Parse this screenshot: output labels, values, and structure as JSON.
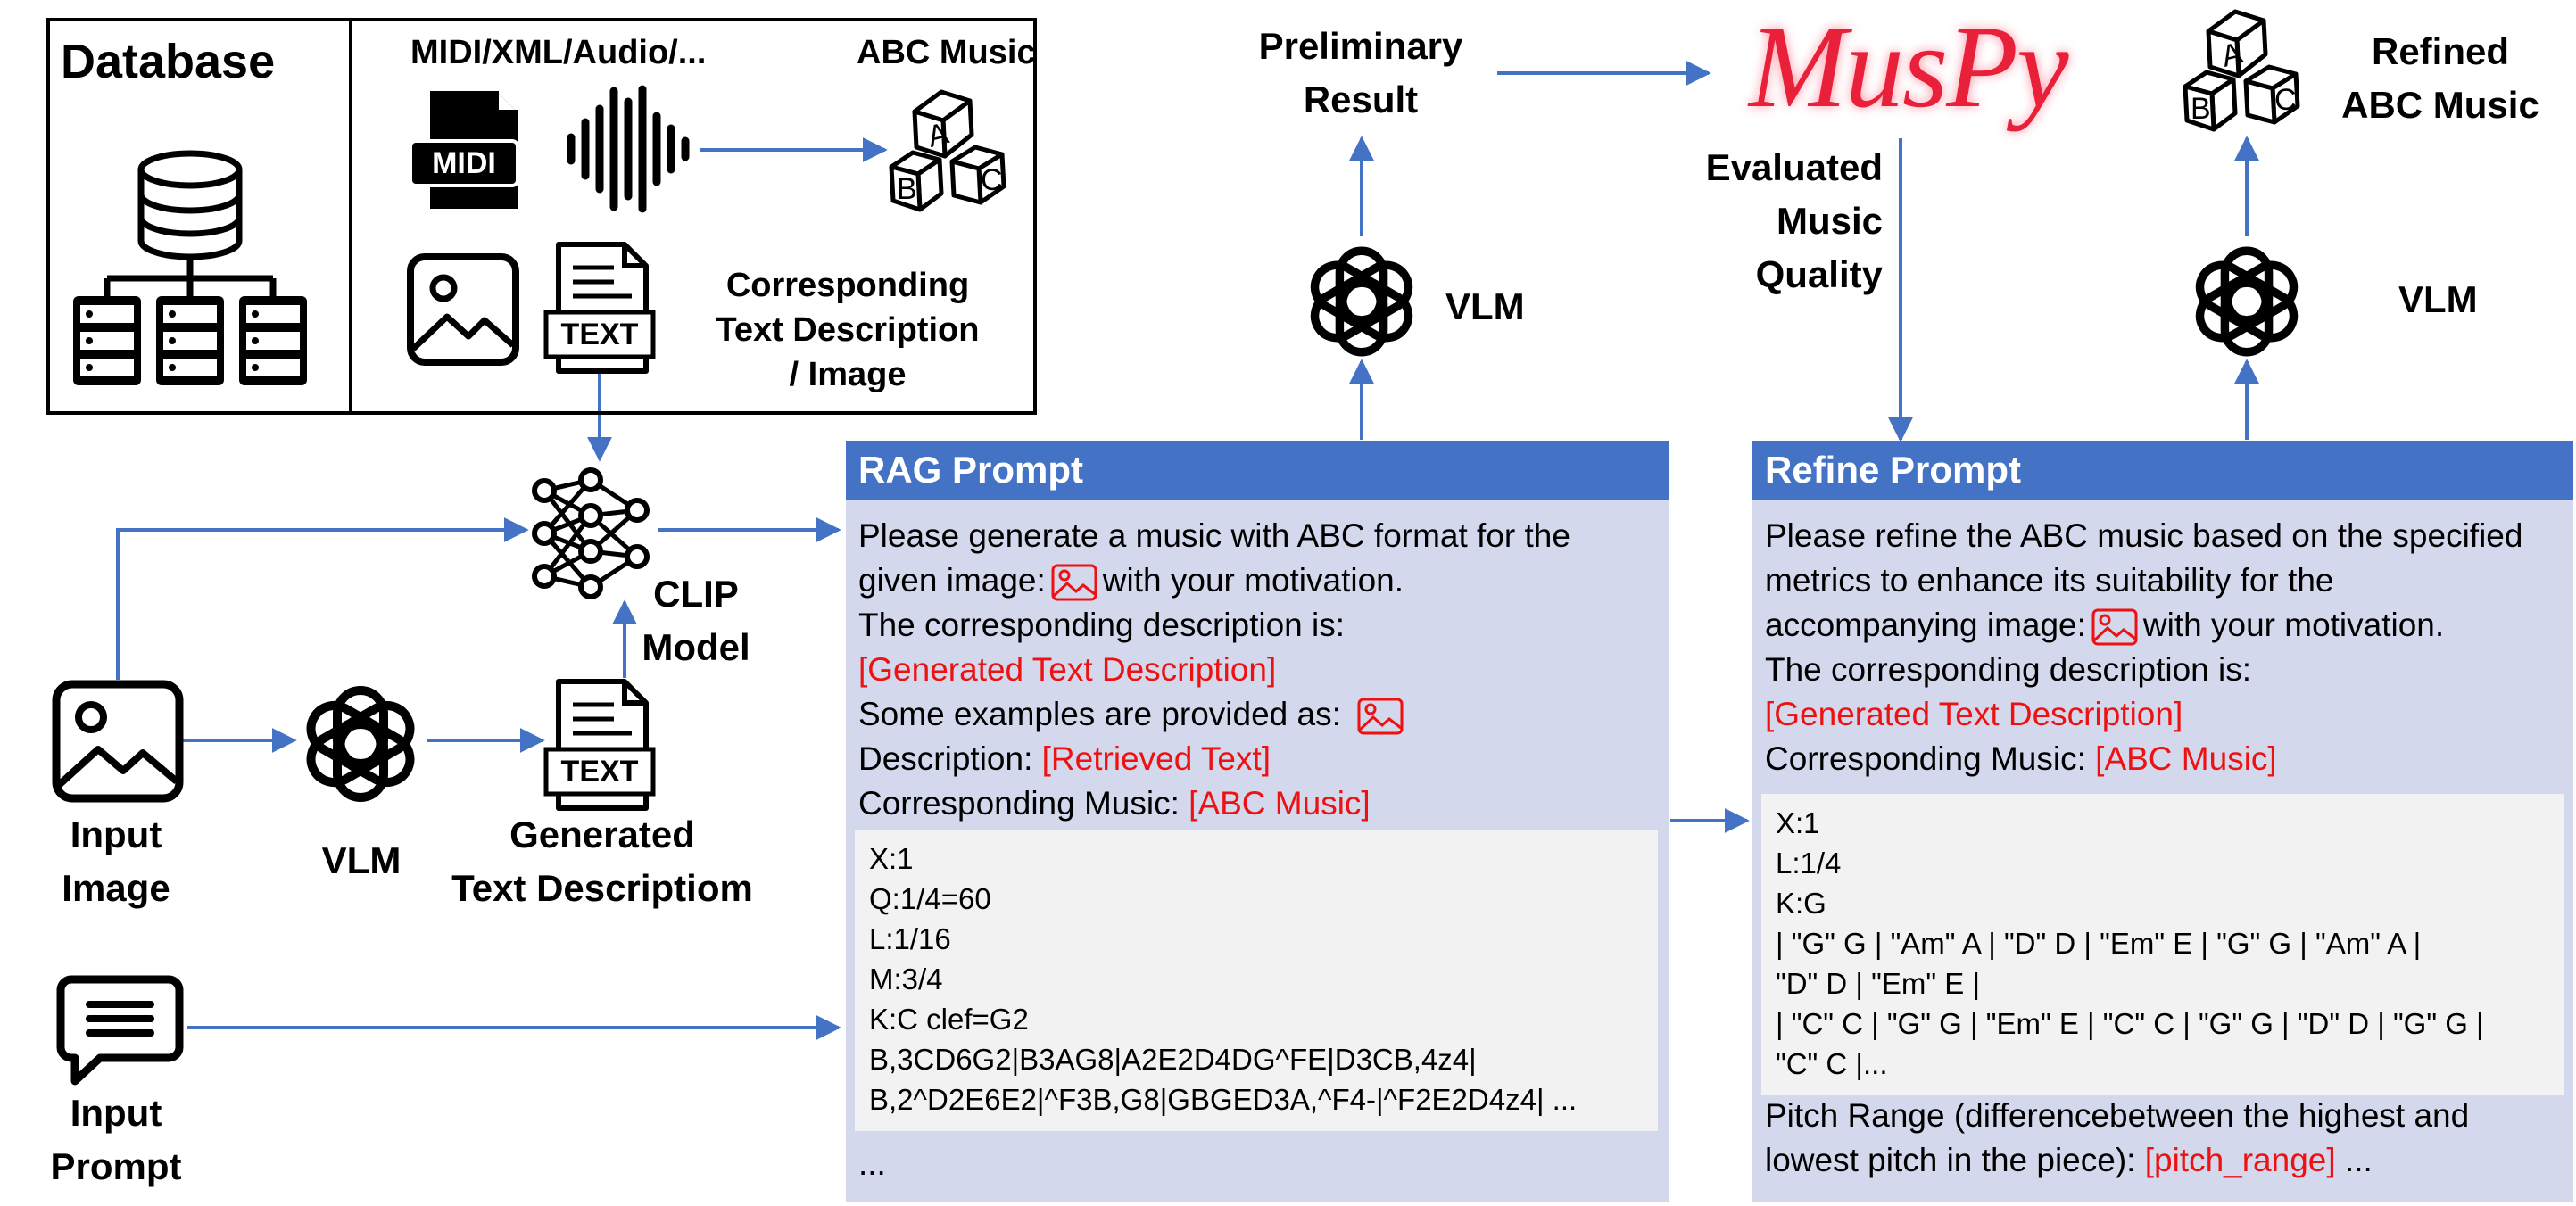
{
  "database": {
    "title": "Database",
    "formats": "MIDI/XML/Audio/...",
    "abc_music": "ABC Music",
    "midi_badge": "MIDI",
    "text_badge": "TEXT",
    "corresponding": [
      "Corresponding",
      "Text Description",
      "/ Image"
    ]
  },
  "inputs": {
    "input_image": [
      "Input",
      "Image"
    ],
    "vlm": "VLM",
    "generated": [
      "Generated",
      "Text Descriptiom"
    ],
    "text_badge": "TEXT",
    "clip": [
      "CLIP",
      "Model"
    ],
    "input_prompt": [
      "Input",
      "Prompt"
    ]
  },
  "top": {
    "preliminary": [
      "Preliminary",
      "Result"
    ],
    "vlm1": "VLM",
    "muspy": "MusPy",
    "evaluated": [
      "Evaluated",
      "Music",
      "Quality"
    ],
    "refined": [
      "Refined",
      "ABC Music"
    ],
    "vlm2": "VLM"
  },
  "rag": {
    "header": "RAG Prompt",
    "l1": "Please generate a music with ABC format for the",
    "l2a": "given image:",
    "l2b": "with your motivation.",
    "l3": "The corresponding description is:",
    "l4": "[Generated Text Description]",
    "l5": "Some examples are provided as:",
    "l6a": "Description:",
    "l6b": "[Retrieved Text]",
    "l7a": "Corresponding Music:",
    "l7b": "[ABC Music]",
    "code": [
      "X:1",
      "Q:1/4=60",
      "L:1/16",
      "M:3/4",
      "K:C clef=G2",
      "B,3CD6G2|B3AG8|A2E2D4DG^FE|D3CB,4z4|",
      "B,2^D2E6E2|^F3B,G8|GBGED3A,^F4-|^F2E2D4z4| ..."
    ],
    "ellipsis": "..."
  },
  "refine": {
    "header": "Refine Prompt",
    "l1": "Please refine the ABC music based on the specified",
    "l2": "metrics to enhance its suitability for the",
    "l3a": "accompanying image:",
    "l3b": "with your motivation.",
    "l4": "The corresponding description is:",
    "l5": "[Generated Text Description]",
    "l6a": "Corresponding Music:",
    "l6b": "[ABC Music]",
    "code": [
      "X:1",
      "L:1/4",
      "K:G",
      "| \"G\" G | \"Am\" A | \"D\" D | \"Em\" E | \"G\" G | \"Am\" A |",
      "\"D\" D | \"Em\" E |",
      "| \"C\" C | \"G\" G | \"Em\" E | \"C\" C | \"G\" G | \"D\" D | \"G\" G |",
      "\"C\" C |..."
    ],
    "p1": "Pitch Range (differencebetween the highest and",
    "p2a": "lowest pitch in the piece):",
    "p2b": "[pitch_range]",
    "p2c": "..."
  },
  "colors": {
    "accent": "#4472c4",
    "panel": "#d3d8ec",
    "code_bg": "#f2f2f2",
    "highlight": "#ee1111"
  }
}
